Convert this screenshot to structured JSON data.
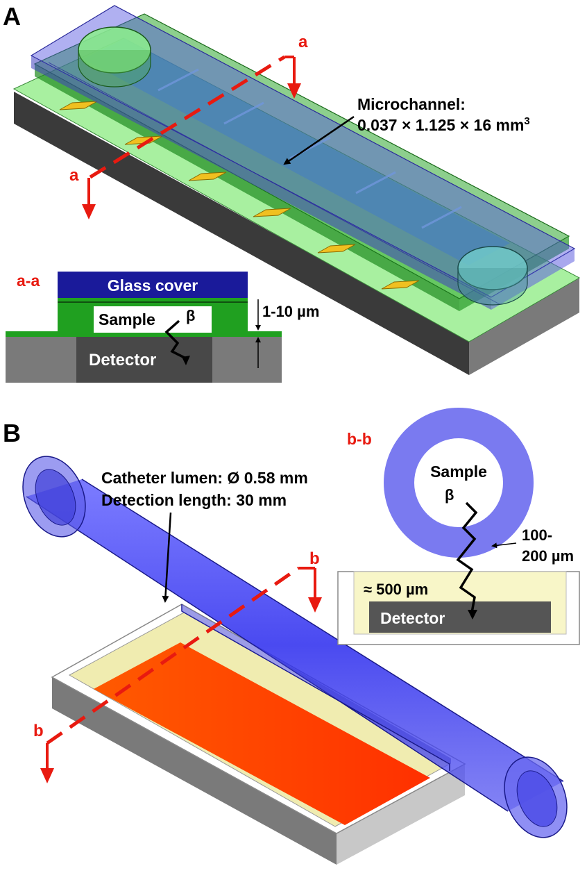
{
  "panelA": {
    "label": "A",
    "section_marker": "a",
    "section_title": "a-a",
    "channel_callout_line1": "Microchannel:",
    "channel_callout_line2": "0.037 × 1.125 × 16 mm",
    "channel_callout_exponent": "3",
    "inset": {
      "glass_label": "Glass cover",
      "sample_label": "Sample",
      "beta_label": "β",
      "gap_label": "1-10 µm",
      "detector_label": "Detector"
    }
  },
  "panelB": {
    "label": "B",
    "section_marker": "b",
    "section_title": "b-b",
    "catheter_line1": "Catheter lumen: Ø 0.58 mm",
    "catheter_line2": "Detection length: 30 mm",
    "inset": {
      "sample_label": "Sample",
      "beta_label": "β",
      "wall_label_line1": "100-",
      "wall_label_line2": "200 µm",
      "thickness_label": "≈ 500 µm",
      "detector_label": "Detector"
    }
  },
  "colors": {
    "section_red": "#e81a10",
    "glass_blue": "#5a5ad8",
    "pcb_green": "#20a020",
    "detector_gray": "#555555",
    "tube_blue": "#3a3ae8",
    "sensor_orange": "#ff5000"
  }
}
